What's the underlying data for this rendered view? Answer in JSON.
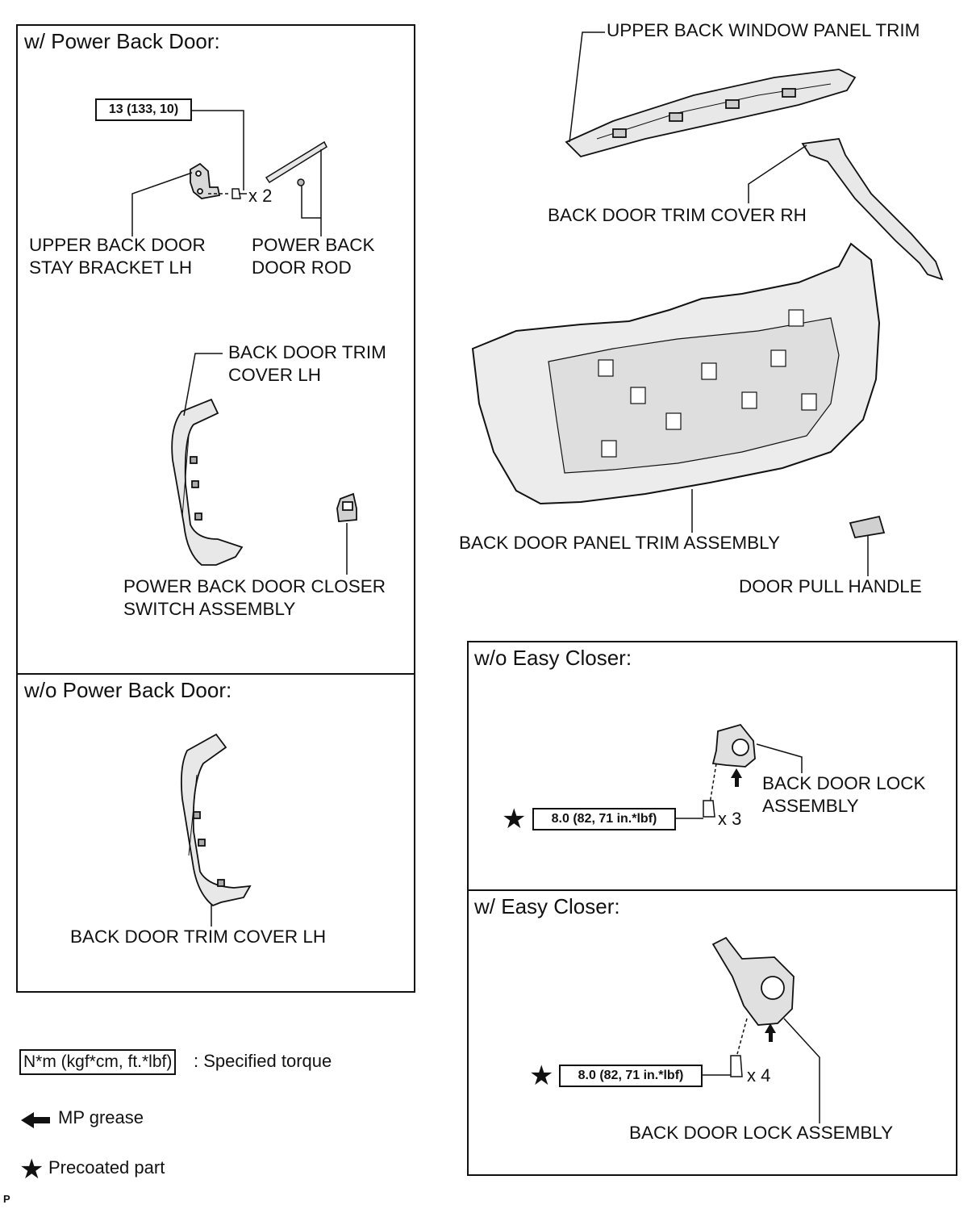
{
  "panels": {
    "power_back_door": "w/ Power Back Door:",
    "no_power_back_door": "w/o Power Back Door:",
    "no_easy_closer": "w/o Easy Closer:",
    "easy_closer": "w/ Easy Closer:"
  },
  "torques": {
    "stay_bracket": "13 (133, 10)",
    "lock_no_easy_closer": "8.0 (82, 71 in.*lbf)",
    "lock_easy_closer": "8.0 (82, 71 in.*lbf)"
  },
  "quantities": {
    "stay_bracket_bolts": "x 2",
    "lock_no_easy_closer_bolts": "x 3",
    "lock_easy_closer_bolts": "x 4"
  },
  "labels": {
    "upper_stay_bracket": [
      "UPPER BACK DOOR",
      "STAY BRACKET LH"
    ],
    "power_back_door_rod": [
      "POWER BACK",
      "DOOR ROD"
    ],
    "trim_cover_lh_power": [
      "BACK DOOR TRIM",
      "COVER LH"
    ],
    "closer_switch": [
      "POWER BACK DOOR CLOSER",
      "SWITCH ASSEMBLY"
    ],
    "trim_cover_lh_no_power": "BACK DOOR TRIM COVER LH",
    "upper_window_trim": "UPPER BACK WINDOW PANEL TRIM",
    "trim_cover_rh": "BACK DOOR TRIM COVER RH",
    "panel_trim_assembly": "BACK DOOR PANEL TRIM ASSEMBLY",
    "door_pull_handle": "DOOR PULL HANDLE",
    "lock_no_easy_closer": [
      "BACK DOOR LOCK",
      "ASSEMBLY"
    ],
    "lock_easy_closer": "BACK DOOR LOCK ASSEMBLY"
  },
  "legend": {
    "torque_box": "N*m (kgf*cm, ft.*lbf)",
    "torque_desc": ": Specified torque",
    "grease": "MP grease",
    "precoated": "Precoated part"
  },
  "footer_code": "P",
  "icons": {
    "grease": "left-arrow-icon",
    "precoated": "star-icon"
  }
}
